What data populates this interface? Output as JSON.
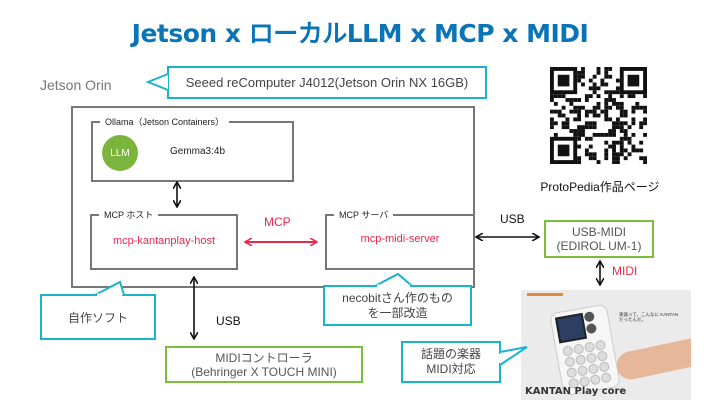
{
  "title": "Jetson x ローカルLLM x MCP x MIDI",
  "jetson": {
    "label": "Jetson Orin",
    "device_callout": "Seeed reComputer J4012(Jetson Orin NX 16GB)"
  },
  "ollama": {
    "group_label": "Ollama（Jetson Containers）",
    "badge": "LLM",
    "model": "Gemma3:4b"
  },
  "mcp_host": {
    "group_label": "MCP ホスト",
    "name": "mcp-kantanplay-host"
  },
  "mcp_server": {
    "group_label": "MCP サーバ",
    "name": "mcp-midi-server"
  },
  "links": {
    "mcp": "MCP",
    "usb_right": "USB",
    "usb_bottom": "USB",
    "midi": "MIDI"
  },
  "callouts": {
    "self_made": "自作ソフト",
    "modified_line1": "necobitさん作のもの",
    "modified_line2": "を一部改造",
    "instrument_line1": "話題の楽器",
    "instrument_line2": "MIDI対応"
  },
  "usb_midi": {
    "line1": "USB-MIDI",
    "line2": "(EDIROL UM-1)"
  },
  "midi_controller": {
    "line1": "MIDIコントローラ",
    "line2": "(Behringer X TOUCH MINI)"
  },
  "qr": {
    "caption": "ProtoPedia作品ページ"
  },
  "product": {
    "name": "KANTAN Play core",
    "tagline": "楽器って、こんなに KANTANだったんだ。"
  },
  "colors": {
    "title": "#0a74b8",
    "callout_border": "#1ab3cc",
    "green_border": "#7cbd3a",
    "accent_red": "#e8294c",
    "llm_badge": "#7cb53d"
  }
}
